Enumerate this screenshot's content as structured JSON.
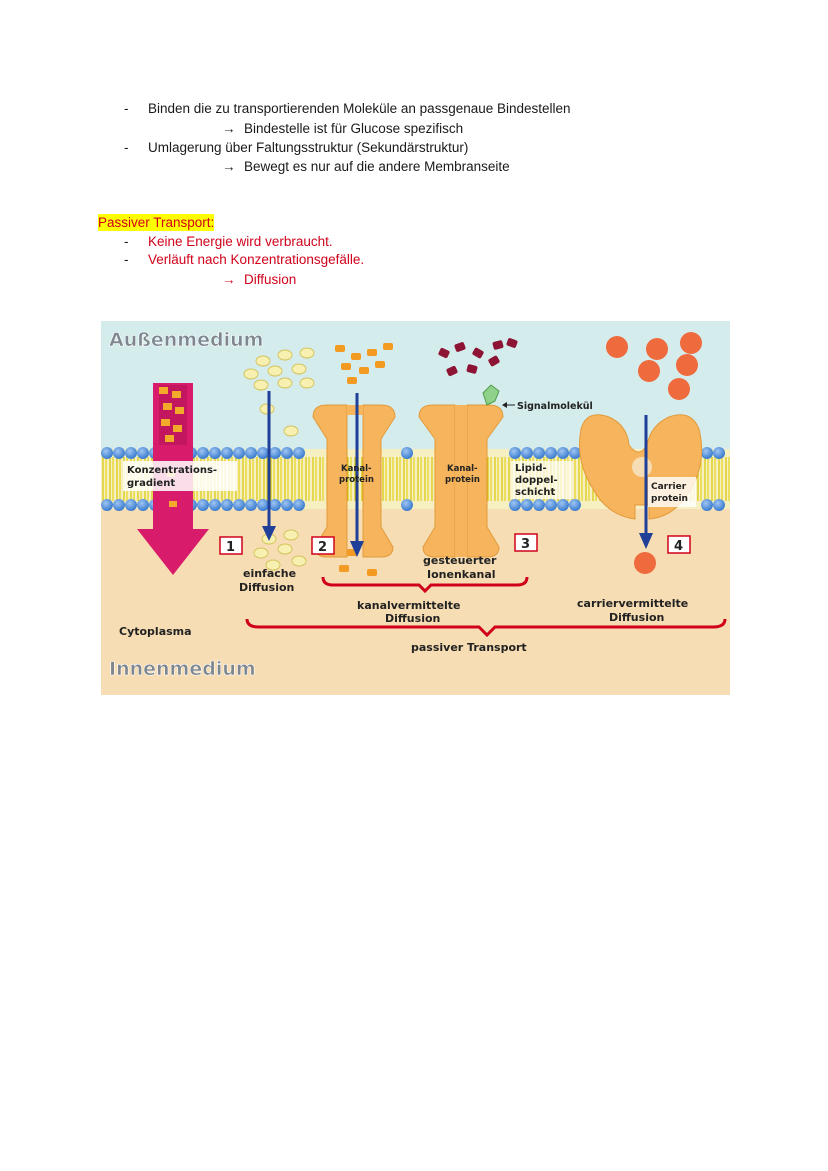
{
  "intro": {
    "item1": "Binden die zu transportierenden Moleküle an passgenaue Bindestellen",
    "item1_sub": "Bindestelle ist für Glucose spezifisch",
    "item2": "Umlagerung über Faltungsstruktur (Sekundärstruktur)",
    "item2_sub": "Bewegt es nur auf die andere Membranseite"
  },
  "passive": {
    "heading": "Passiver Transport:",
    "item1": "Keine Energie wird verbraucht.",
    "item2": "Verläuft nach Konzentrationsgefälle.",
    "item2_sub": "Diffusion"
  },
  "figure": {
    "outer": "Außenmedium",
    "inner": "Innenmedium",
    "gradient_1": "Konzentrations-",
    "gradient_2": "gradient",
    "channel_1a": "Kanal-",
    "channel_1b": "protein",
    "channel_2a": "Kanal-",
    "channel_2b": "protein",
    "lipid_1": "Lipid-",
    "lipid_2": "doppel-",
    "lipid_3": "schicht",
    "signal": "Signalmolekül",
    "carrier_1": "Carrier",
    "carrier_2": "protein",
    "num1": "1",
    "num2": "2",
    "num3": "3",
    "num4": "4",
    "simple_1": "einfache",
    "simple_2": "Diffusion",
    "gated_1": "gesteuerter",
    "gated_2": "Ionenkanal",
    "channel_diff_1": "kanalvermittelte",
    "channel_diff_2": "Diffusion",
    "carrier_diff_1": "carriervermittelte",
    "carrier_diff_2": "Diffusion",
    "cytoplasm": "Cytoplasma",
    "passive": "passiver Transport"
  },
  "colors": {
    "outer_bg": "#d5ecec",
    "inner_bg": "#f7ddb3",
    "protein": "#f6b45c",
    "arrow_blue": "#1f3f99",
    "gradient_arrow": "#d81b6a",
    "brace_red": "#d0021b"
  }
}
